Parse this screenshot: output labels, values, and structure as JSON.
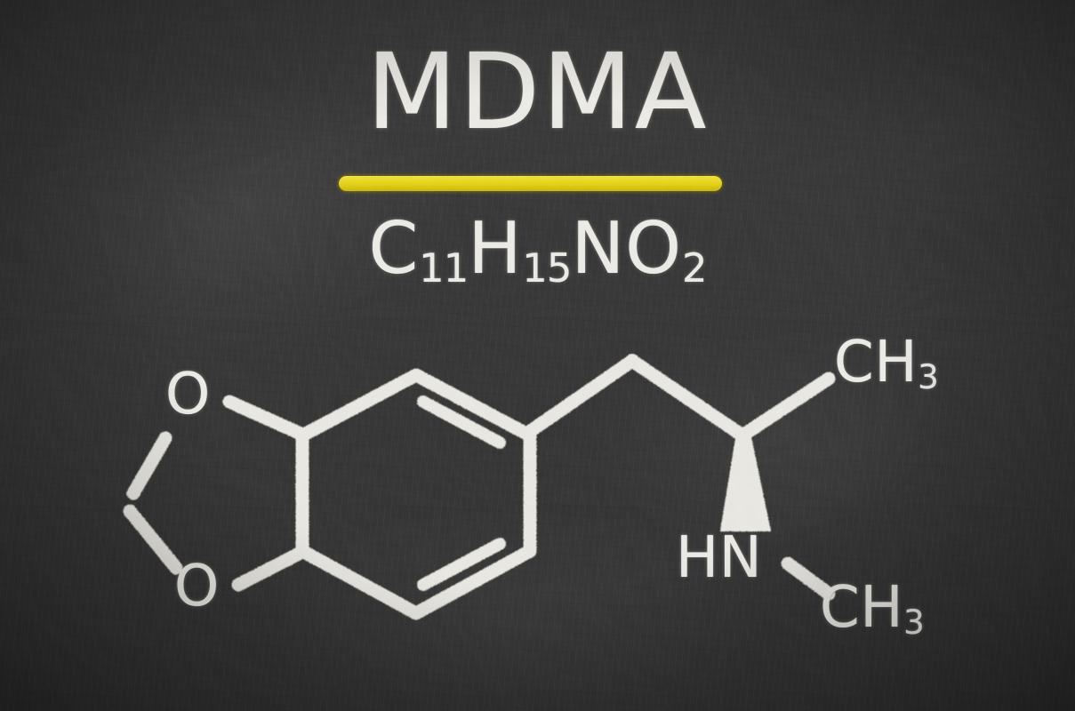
{
  "board": {
    "background_color": "#3a3a3a",
    "chalk_color": "#eceae4",
    "accent_color": "#e3d117"
  },
  "title": {
    "text": "MDMA",
    "underline_color": "#e3d117"
  },
  "formula": {
    "full_text": "C11H15NO2",
    "parts": [
      {
        "symbol": "C",
        "count": "11"
      },
      {
        "symbol": "H",
        "count": "15"
      },
      {
        "symbol": "N",
        "count": ""
      },
      {
        "symbol": "O",
        "count": "2"
      }
    ],
    "segment_1": "C",
    "sub_1": "11",
    "segment_2": "H",
    "sub_2": "15",
    "segment_3": "NO",
    "sub_3": "2"
  },
  "structure": {
    "name": "mdma-skeletal-formula",
    "labels": {
      "oxygen_top": "O",
      "oxygen_bottom": "O",
      "methyl_top": "CH",
      "methyl_top_sub": "3",
      "amine": "HN",
      "methyl_bottom": "CH",
      "methyl_bottom_sub": "3"
    },
    "features": {
      "benzene_ring": "aromatic ring with three inner double bonds",
      "dioxole_ring": "methylenedioxy five-membered ring",
      "stereo_bond": "solid wedge from stereocenter to HN"
    }
  }
}
